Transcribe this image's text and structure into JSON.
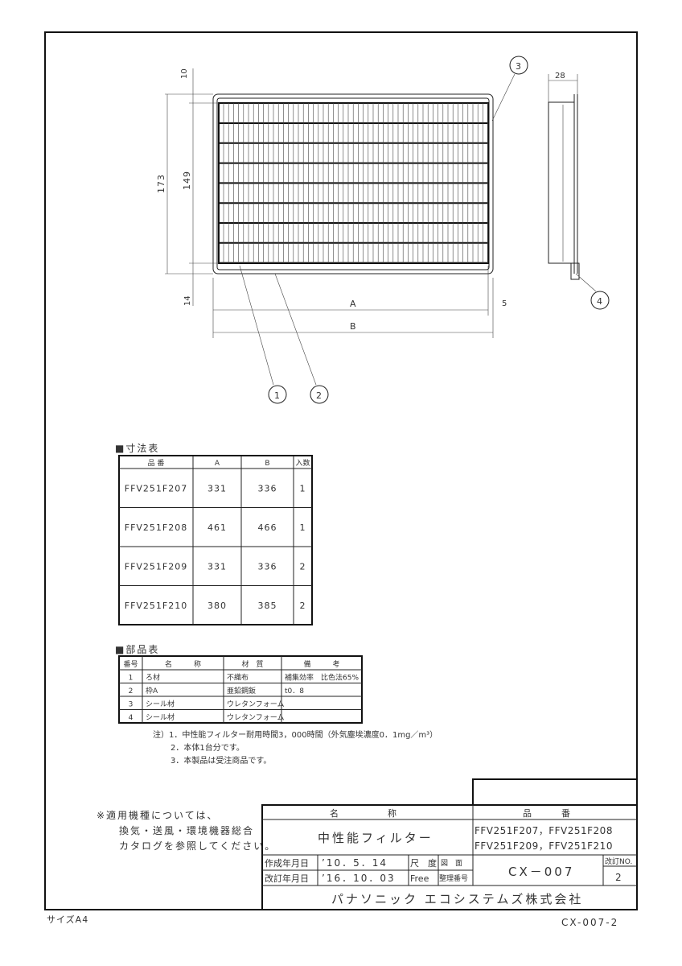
{
  "drawing": {
    "dims": {
      "d10": "10",
      "d173": "173",
      "d149": "149",
      "d14": "14",
      "dA": "A",
      "dB": "B",
      "d5": "5",
      "d28": "28"
    },
    "callouts": [
      "1",
      "2",
      "3",
      "4"
    ]
  },
  "size_table": {
    "title": "■寸法表",
    "headers": [
      "品 番",
      "A",
      "B",
      "入数"
    ],
    "rows": [
      [
        "FFV251F207",
        "331",
        "336",
        "1"
      ],
      [
        "FFV251F208",
        "461",
        "466",
        "1"
      ],
      [
        "FFV251F209",
        "331",
        "336",
        "2"
      ],
      [
        "FFV251F210",
        "380",
        "385",
        "2"
      ]
    ]
  },
  "parts_table": {
    "title": "■部品表",
    "headers": [
      "番号",
      "名　　　称",
      "材　質",
      "備　　　考"
    ],
    "rows": [
      [
        "1",
        "ろ材",
        "不織布",
        "補集効率　比色法65%"
      ],
      [
        "2",
        "枠A",
        "亜鉛鋼鈑",
        "t0．8"
      ],
      [
        "3",
        "シール材",
        "ウレタンフォーム",
        ""
      ],
      [
        "4",
        "シール材",
        "ウレタンフォーム",
        ""
      ]
    ]
  },
  "notes": [
    "注）1．中性能フィルター耐用時間3，000時間（外気塵埃濃度0．1mg／m³）",
    "2．本体1台分です。",
    "3．本製品は受注商品です。"
  ],
  "applicable_note": [
    "※適用機種については、",
    "換気・送風・環境機器総合",
    "カタログを参照してください。"
  ],
  "title_block": {
    "name_label": "名　　　　　称",
    "product_no_label": "品　　　番",
    "name": "中性能フィルター",
    "product_nos": [
      "FFV251F207，FFV251F208",
      "FFV251F209，FFV251F210"
    ],
    "created_label": "作成年月日",
    "created": "’10．5．14",
    "revised_label": "改訂年月日",
    "revised": "’16．10．03",
    "scale_label": "尺　度",
    "scale": "Free",
    "drawing_no_label1": "図　面",
    "drawing_no_label2": "整理番号",
    "drawing_no": "CX－007",
    "rev_label": "改訂NO.",
    "rev": "2",
    "company": "パナソニック エコシステムズ株式会社"
  },
  "footer": {
    "size": "サイズA4",
    "sheet": "CX-007-2"
  }
}
